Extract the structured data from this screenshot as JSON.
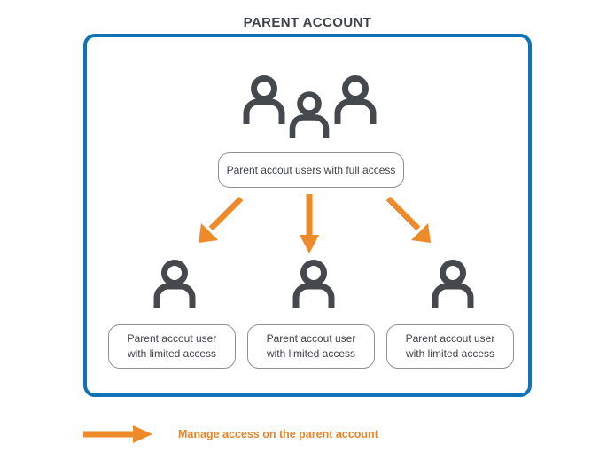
{
  "page": {
    "title": "PARENT ACCOUNT",
    "background_color": "#ffffff"
  },
  "colors": {
    "panel_border": "#1272b8",
    "arrow_orange": "#ed8b2b",
    "icon_gray": "#45484c",
    "box_border": "#8e9193",
    "text_dark": "#3f4246",
    "legend_text": "#e8852b"
  },
  "panel": {
    "name": "parent-account-panel",
    "top_group": {
      "icon": "users-group-icon",
      "count": 3,
      "description": "three person icons representing parent account users"
    },
    "full_access_box": {
      "label": "Parent accout users with full access"
    },
    "arrows": [
      {
        "name": "arrow-down-left",
        "direction": "down-left"
      },
      {
        "name": "arrow-down",
        "direction": "down"
      },
      {
        "name": "arrow-down-right",
        "direction": "down-right"
      }
    ],
    "limited_users": [
      {
        "icon": "person-icon",
        "label": "Parent accout user\nwith limited access",
        "line1": "Parent accout user",
        "line2": "with limited access"
      },
      {
        "icon": "person-icon",
        "label": "Parent accout user\nwith limited access",
        "line1": "Parent accout user",
        "line2": "with limited access"
      },
      {
        "icon": "person-icon",
        "label": "Parent accout user\nwith limited access",
        "line1": "Parent accout user",
        "line2": "with limited access"
      }
    ]
  },
  "legend": {
    "arrow_icon": "arrow-right-icon",
    "text": "Manage access on the parent account"
  }
}
